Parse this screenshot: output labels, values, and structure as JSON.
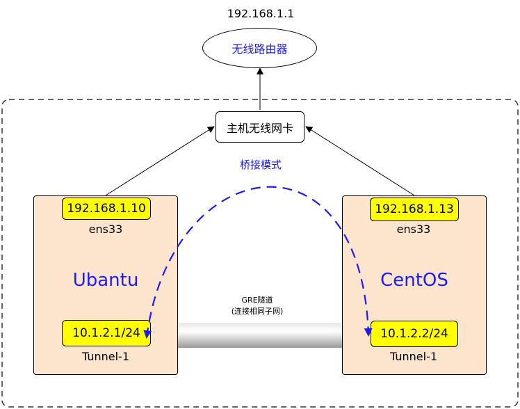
{
  "router": {
    "ip": "192.168.1.1",
    "label": "无线路由器"
  },
  "host_nic": {
    "label": "主机无线网卡"
  },
  "bridge_mode": {
    "label": "桥接模式"
  },
  "hosts": [
    {
      "name": "Ubantu",
      "ip": "192.168.1.10",
      "interface": "ens33",
      "tunnel_ip": "10.1.2.1/24",
      "tunnel_name": "Tunnel-1"
    },
    {
      "name": "CentOS",
      "ip": "192.168.1.13",
      "interface": "ens33",
      "tunnel_ip": "10.1.2.2/24",
      "tunnel_name": "Tunnel-1"
    }
  ],
  "gre": {
    "title": "GRE隧道",
    "subtitle": "(连接相同子网)"
  },
  "colors": {
    "accent_text": "#1a1aff",
    "host_fill": "#fde4cc",
    "ip_tag_fill": "#ffff00",
    "arc": "#1a1aff"
  }
}
